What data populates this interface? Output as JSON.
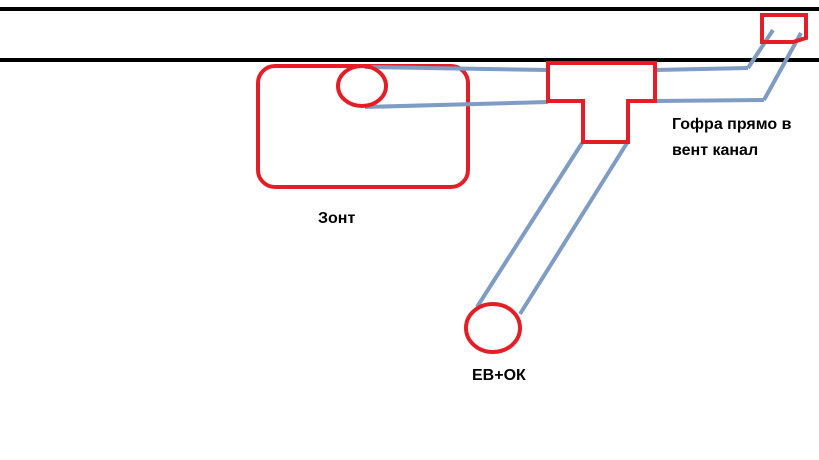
{
  "labels": {
    "hood": "Зонт",
    "corrugated_line1": "Гофра прямо в",
    "corrugated_line2": "вент канал",
    "fan_unit": "ЕВ+ОК"
  },
  "colors": {
    "outline": "#e41e26",
    "duct": "#7f9cc4",
    "ceiling": "#000000",
    "text": "#000000"
  }
}
